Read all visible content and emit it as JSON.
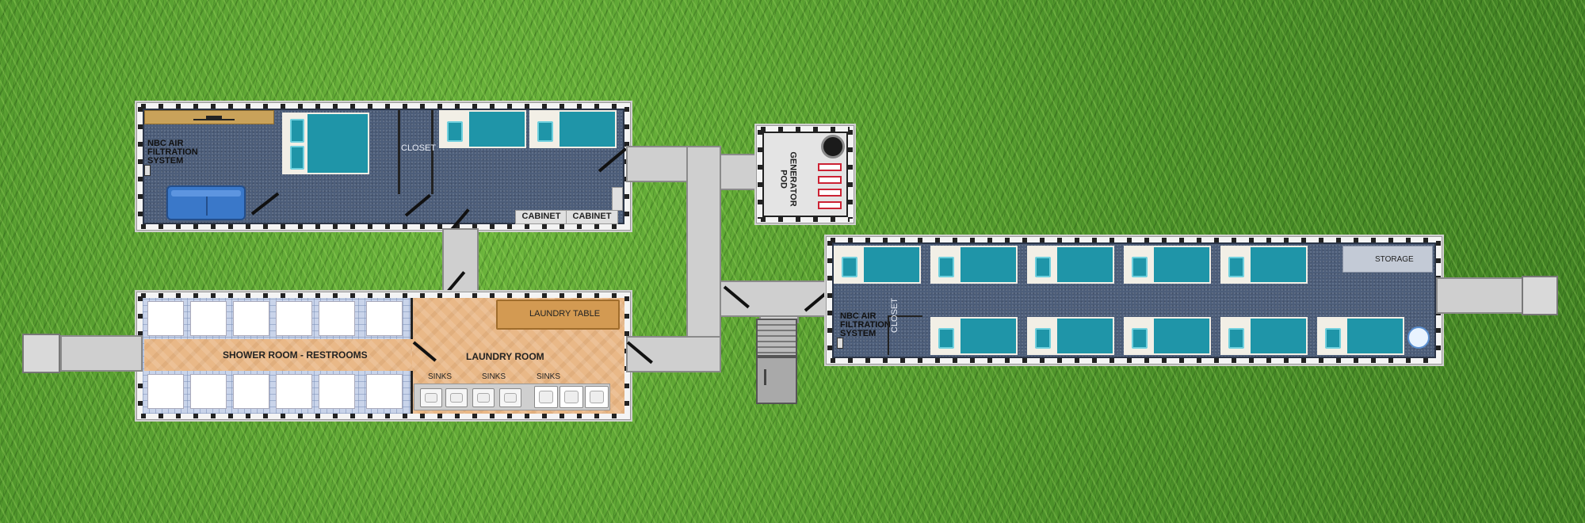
{
  "labels": {
    "nbc_air_filtration_1": [
      "NBC AIR",
      "FILTRATION",
      "SYSTEM"
    ],
    "closet_1": "CLOSET",
    "cabinet_1": "CABINET",
    "cabinet_2": "CABINET",
    "generator_pod": [
      "GENERATOR",
      "POD"
    ],
    "laundry_table": "LAUNDRY TABLE",
    "shower_room": "SHOWER ROOM - RESTROOMS",
    "laundry_room": "LAUNDRY ROOM",
    "sinks": [
      "SINKS",
      "SINKS",
      "SINKS"
    ],
    "storage": "STORAGE",
    "nbc_air_filtration_2": [
      "NBC AIR",
      "FILTRATION",
      "SYSTEM"
    ],
    "closet_2": "CLOSET"
  },
  "colors": {
    "grass": "#4f9a2c",
    "floor_blue": "#4d5e7a",
    "bed_teal": "#1f95a8",
    "laundry_wood": "#e9b887",
    "sofa_blue": "#3a78c9"
  }
}
